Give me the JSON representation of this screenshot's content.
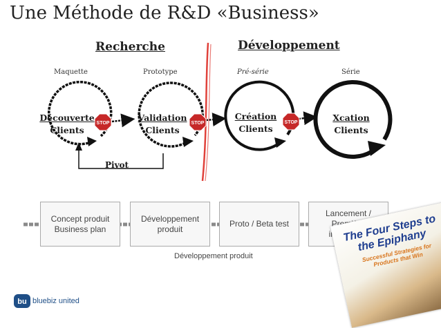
{
  "title": "Une Méthode de R&D «Business»",
  "sections": {
    "left": "Recherche",
    "right": "Développement"
  },
  "stages": [
    {
      "label": "Maquette",
      "font": "normal"
    },
    {
      "label": "Prototype",
      "font": "normal"
    },
    {
      "label": "Pré-série",
      "font": "italic"
    },
    {
      "label": "Série",
      "font": "normal"
    }
  ],
  "circles": [
    {
      "line1": "Découverte",
      "line2": "Clients"
    },
    {
      "line1": "Validation",
      "line2": "Clients"
    },
    {
      "line1": "Création",
      "line2": "Clients"
    },
    {
      "line1": "Xcation",
      "line2": "Clients"
    }
  ],
  "stop_sign_text": "STOP",
  "pivot_label": "Pivot",
  "process_boxes": [
    "Concept produit\nBusiness plan",
    "Développement\nproduit",
    "Proto / Beta test",
    "Lancement /\nPremière\ninstallation"
  ],
  "process_caption": "Développement produit",
  "book": {
    "title": "The Four Steps to the Epiphany",
    "subtitle": "Successful Strategies for Products that Win"
  },
  "logo": {
    "mark": "bu",
    "name": "bluebiz united"
  },
  "colors": {
    "stop": "#c62828",
    "divider": "#e0413a",
    "logo": "#1f4f87",
    "book_title": "#1e3d8f",
    "book_subtitle": "#d8741b"
  }
}
